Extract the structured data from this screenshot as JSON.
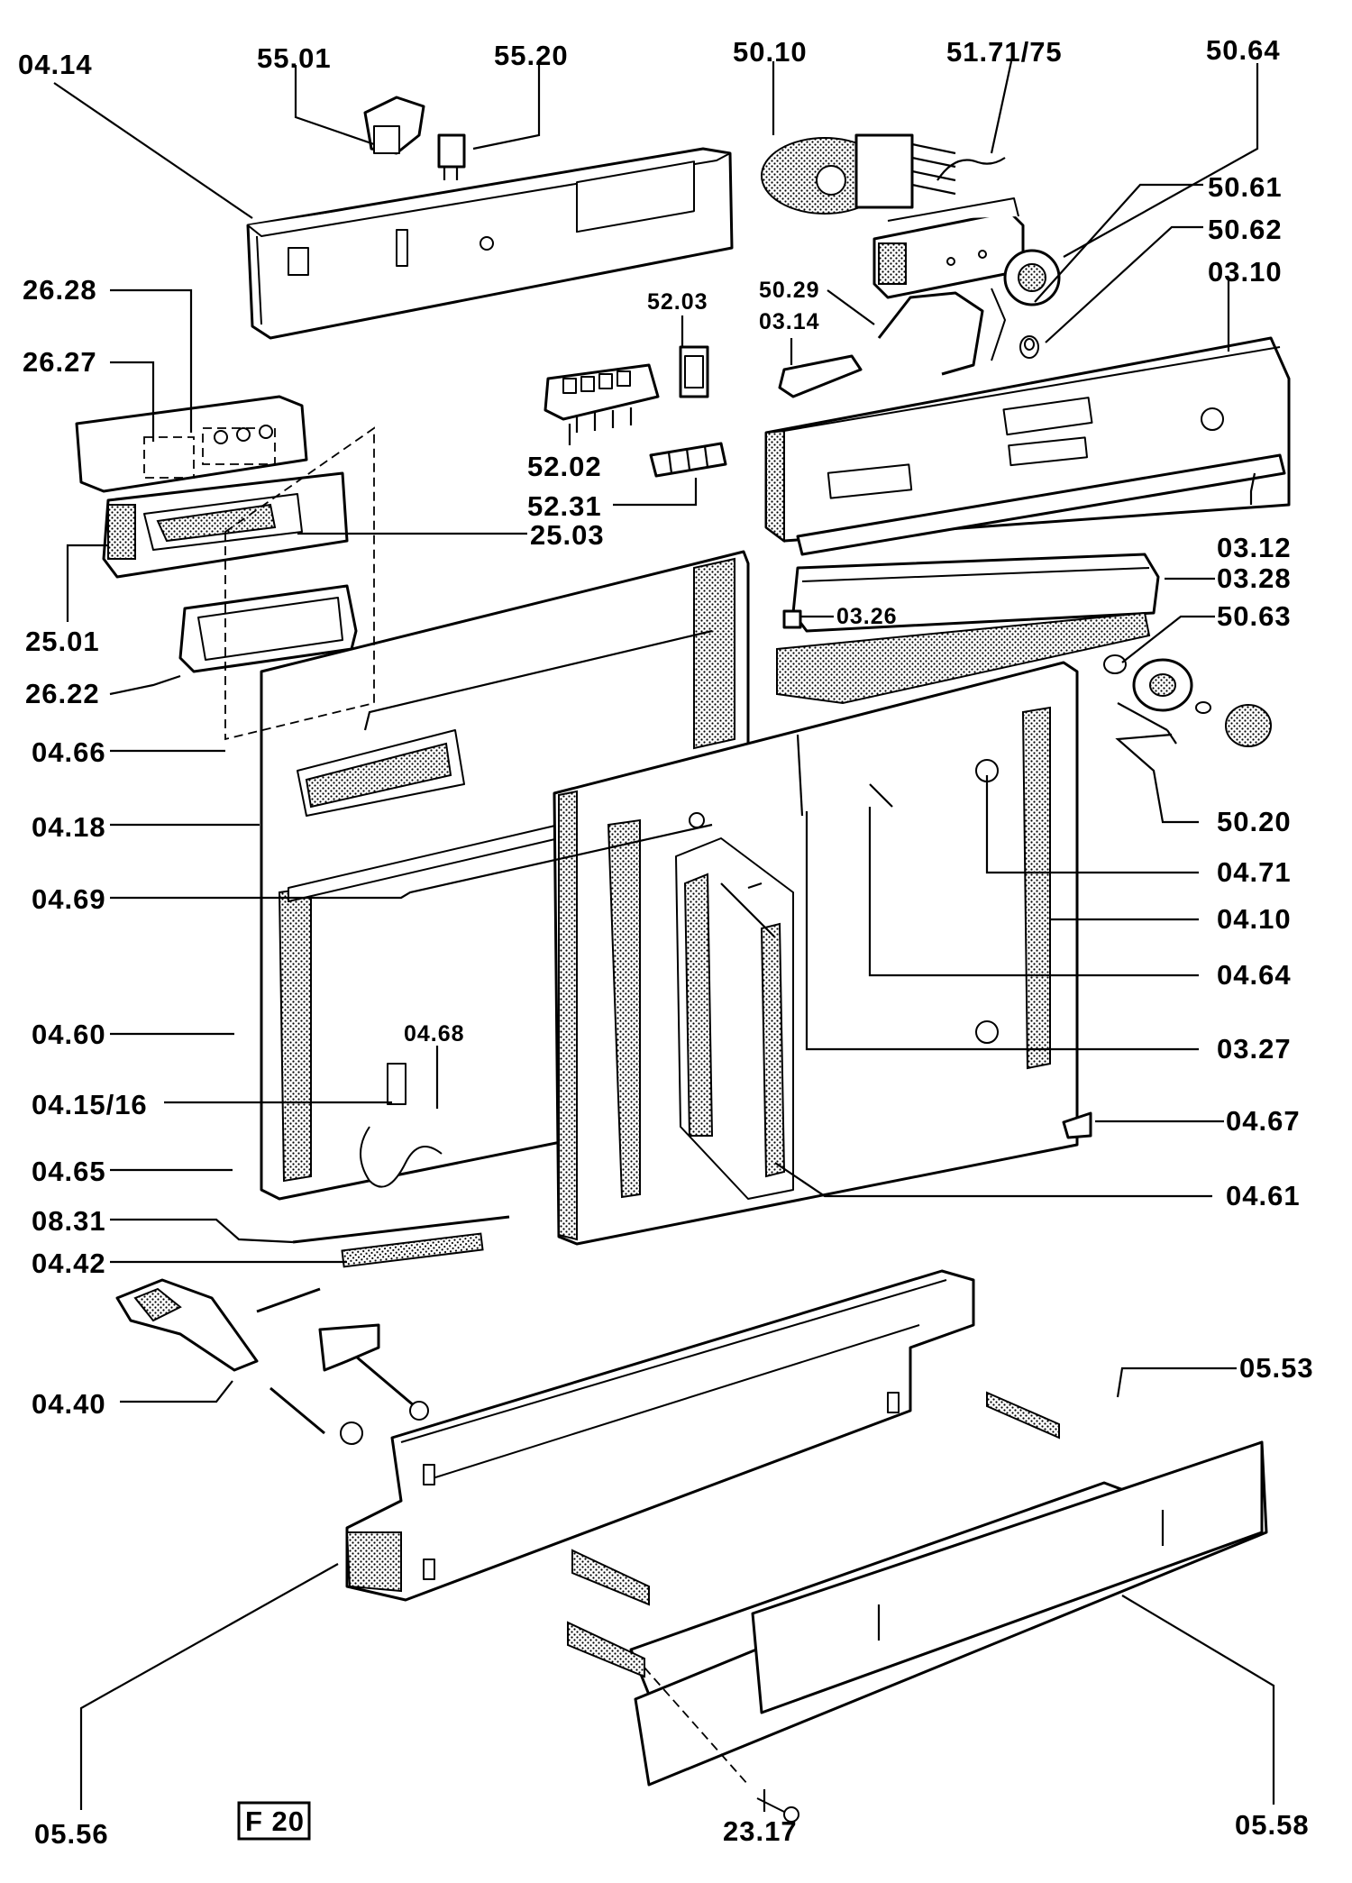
{
  "figure_code": "F 20",
  "labels": {
    "l_04_14": "04.14",
    "l_55_01": "55.01",
    "l_55_20": "55.20",
    "l_50_10": "50.10",
    "l_51_71_75": "51.71/75",
    "l_50_64": "50.64",
    "l_50_61": "50.61",
    "l_50_62": "50.62",
    "l_03_10": "03.10",
    "l_26_28": "26.28",
    "l_26_27": "26.27",
    "l_52_03": "52.03",
    "l_50_29": "50.29",
    "l_03_14": "03.14",
    "l_52_02": "52.02",
    "l_52_31": "52.31",
    "l_25_03": "25.03",
    "l_03_12": "03.12",
    "l_25_01": "25.01",
    "l_03_28": "03.28",
    "l_03_26": "03.26",
    "l_50_63": "50.63",
    "l_26_22": "26.22",
    "l_04_66": "04.66",
    "l_04_18": "04.18",
    "l_50_20": "50.20",
    "l_04_71": "04.71",
    "l_04_69": "04.69",
    "l_04_10": "04.10",
    "l_04_64": "04.64",
    "l_04_60": "04.60",
    "l_04_68": "04.68",
    "l_03_27": "03.27",
    "l_04_15_16": "04.15/16",
    "l_04_67": "04.67",
    "l_04_65": "04.65",
    "l_04_61": "04.61",
    "l_08_31": "08.31",
    "l_04_42": "04.42",
    "l_05_53": "05.53",
    "l_04_40": "04.40",
    "l_05_56": "05.56",
    "l_23_17": "23.17",
    "l_05_58": "05.58"
  }
}
